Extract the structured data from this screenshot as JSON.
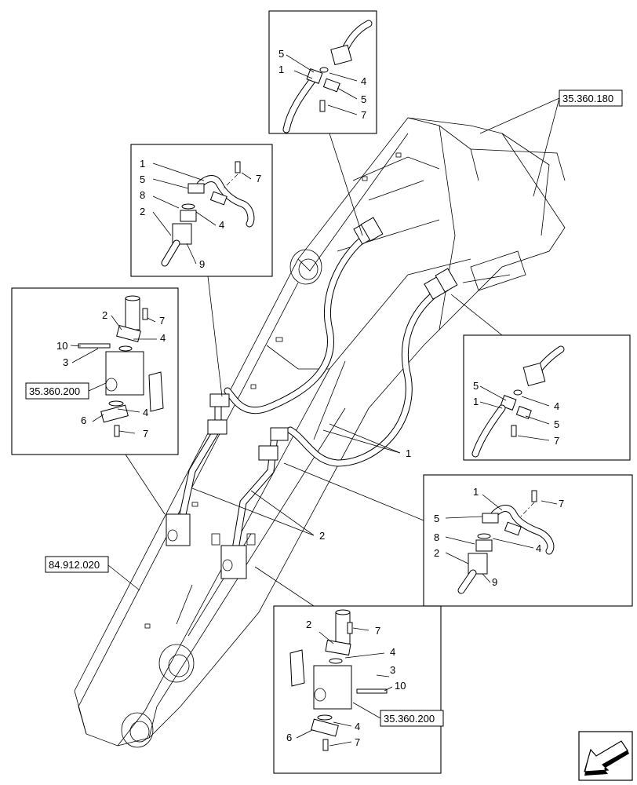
{
  "refs": {
    "r180": "35.360.180",
    "r200a": "35.360.200",
    "r200b": "35.360.200",
    "r912": "84.912.020"
  },
  "callouts": {
    "main1": "1",
    "main2": "2"
  },
  "detail_top": {
    "n5a": "5",
    "n1": "1",
    "n4": "4",
    "n5b": "5",
    "n7": "7"
  },
  "detail_upleft": {
    "n1": "1",
    "n5": "5",
    "n8": "8",
    "n2": "2",
    "n7": "7",
    "n4": "4",
    "n9": "9"
  },
  "detail_left": {
    "n2": "2",
    "n7": "7",
    "n10": "10",
    "n4a": "4",
    "n3": "3",
    "n6": "6",
    "n4b": "4",
    "n7b": "7"
  },
  "detail_right": {
    "n5a": "5",
    "n1": "1",
    "n4": "4",
    "n5b": "5",
    "n7": "7"
  },
  "detail_midright": {
    "n1": "1",
    "n7": "7",
    "n5": "5",
    "n8": "8",
    "n2": "2",
    "n4": "4",
    "n9": "9"
  },
  "detail_bottom": {
    "n2": "2",
    "n7": "7",
    "n4a": "4",
    "n3": "3",
    "n10": "10",
    "n6": "6",
    "n4b": "4",
    "n7b": "7"
  }
}
